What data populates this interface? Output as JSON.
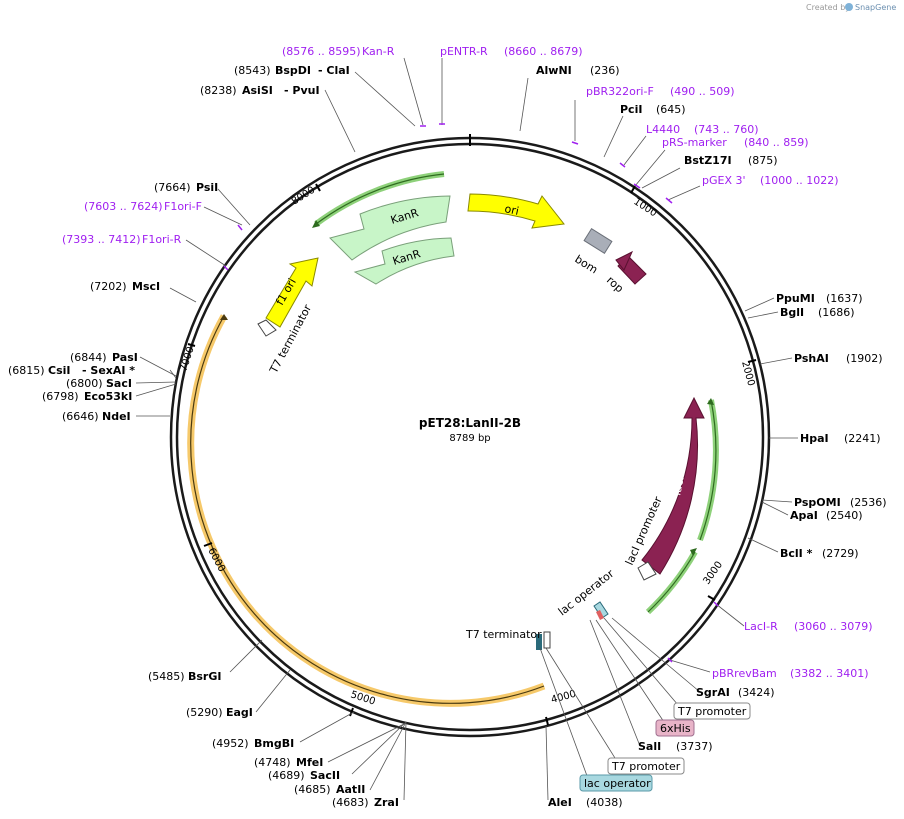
{
  "map": {
    "name": "pET28:LanII-2B",
    "length": "8789 bp",
    "credit_prefix": "Created by",
    "credit_brand": "SnapGene"
  },
  "colors": {
    "backbone": "#1a1a1a",
    "primer": "#a020f0",
    "kanr": "#c8f5c8",
    "ori": "#ffff00",
    "laci": "#8b2252",
    "f1ori": "#ffff00",
    "orange_band": "#f5c35a",
    "green_band": "#5ab44a",
    "bom": "#a9aeb8",
    "sixhis": "#e8b4c8",
    "lac_operator_box": "#a8d8e0"
  },
  "ticks": [
    "1000",
    "2000",
    "3000",
    "4000",
    "5000",
    "6000",
    "7000",
    "8000"
  ],
  "primers": [
    {
      "name": "Kan-R",
      "range": "(8576 .. 8595)"
    },
    {
      "name": "pENTR-R",
      "range": ""
    },
    {
      "name": "",
      "range": "(8660 .. 8679)"
    },
    {
      "name": "pBR322ori-F",
      "range": "(490 .. 509)"
    },
    {
      "name": "L4440",
      "range": "(743 .. 760)"
    },
    {
      "name": "pRS-marker",
      "range": "(840 .. 859)"
    },
    {
      "name": "pGEX 3'",
      "range": "(1000 .. 1022)"
    },
    {
      "name": "F1ori-F",
      "range": "(7603 .. 7624)"
    },
    {
      "name": "F1ori-R",
      "range": "(7393 .. 7412)"
    },
    {
      "name": "LacI-R",
      "range": "(3060 .. 3079)"
    },
    {
      "name": "pBRrevBam",
      "range": "(3382 .. 3401)"
    }
  ],
  "enzymes": [
    {
      "name": "AlwNI",
      "pos": "(236)"
    },
    {
      "name": "PciI",
      "pos": "(645)"
    },
    {
      "name": "BstZ17I",
      "pos": "(875)"
    },
    {
      "name": "PpuMI",
      "pos": "(1637)"
    },
    {
      "name": "BglI",
      "pos": "(1686)"
    },
    {
      "name": "PshAI",
      "pos": "(1902)"
    },
    {
      "name": "HpaI",
      "pos": "(2241)"
    },
    {
      "name": "PspOMI",
      "pos": "(2536)"
    },
    {
      "name": "ApaI",
      "pos": "(2540)"
    },
    {
      "name": "BclI *",
      "pos": "(2729)"
    },
    {
      "name": "SgrAI",
      "pos": "(3424)"
    },
    {
      "name": "SalI",
      "pos": "(3737)"
    },
    {
      "name": "AleI",
      "pos": "(4038)"
    },
    {
      "name": "ZraI",
      "pos": "(4683)"
    },
    {
      "name": "AatII",
      "pos": "(4685)"
    },
    {
      "name": "SacII",
      "pos": "(4689)"
    },
    {
      "name": "MfeI",
      "pos": "(4748)"
    },
    {
      "name": "BmgBI",
      "pos": "(4952)"
    },
    {
      "name": "EagI",
      "pos": "(5290)"
    },
    {
      "name": "BsrGI",
      "pos": "(5485)"
    },
    {
      "name": "NdeI",
      "pos": "(6646)"
    },
    {
      "name": "Eco53kI",
      "pos": "(6798)"
    },
    {
      "name": "SacI",
      "pos": "(6800)"
    },
    {
      "name": "CsiI",
      "pos": "(6815)"
    },
    {
      "name": "- SexAI *",
      "pos": ""
    },
    {
      "name": "PasI",
      "pos": "(6844)"
    },
    {
      "name": "MscI",
      "pos": "(7202)"
    },
    {
      "name": "PsiI",
      "pos": "(7664)"
    },
    {
      "name": "AsiSI",
      "pos": "(8238)"
    },
    {
      "name": "- PvuI",
      "pos": ""
    },
    {
      "name": "BspDI",
      "pos": "(8543)"
    },
    {
      "name": "- ClaI",
      "pos": ""
    }
  ],
  "features": {
    "kanr_1": "KanR",
    "kanr_2": "KanR",
    "ori": "ori",
    "bom": "bom",
    "rop": "rop",
    "f1_ori": "f1 ori",
    "t7_term_top": "T7 terminator",
    "laci": "lacI",
    "laci_promoter": "lacI promoter",
    "lac_operator": "lac operator",
    "t7_term_bottom": "T7 terminator"
  },
  "boxed_labels": {
    "t7_promoter_1": "T7 promoter",
    "sixhis": "6xHis",
    "t7_promoter_2": "T7 promoter",
    "lac_operator": "lac operator"
  }
}
